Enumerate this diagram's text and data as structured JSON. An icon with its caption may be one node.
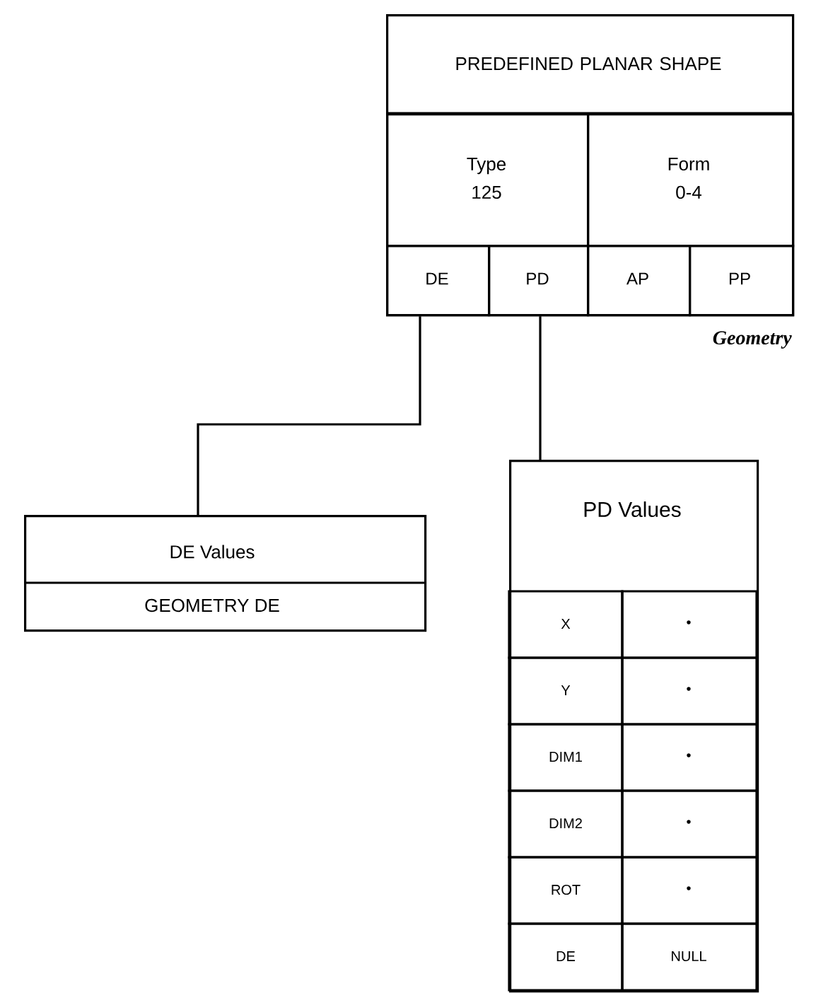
{
  "diagram": {
    "nodes": [
      {
        "text": [
          "PREDEFINED PLANAR SHAPE"
        ],
        "beside": [
          "Geometry"
        ]
      },
      {
        "text": [
          "Type 125"
        ],
        "in": 0
      },
      {
        "text": [
          "Form 0-4"
        ],
        "in": 0
      },
      {
        "text": [
          "DE"
        ],
        "in": 0
      },
      {
        "text": [
          "PD"
        ],
        "in": 0
      },
      {
        "text": [
          "AP"
        ],
        "in": 0
      },
      {
        "text": [
          "PP"
        ],
        "in": 0
      },
      {
        "text": [
          "DE Values",
          "GEOMETRY DE"
        ]
      },
      {
        "text": [
          "PD Values"
        ]
      }
    ],
    "edges": [
      {
        "from": 3,
        "to": 7,
        "arrow": "none"
      },
      {
        "from": 4,
        "to": 8,
        "arrow": "none"
      }
    ],
    "labels": [
      "X",
      "•",
      "Y",
      "•",
      "DIM1",
      "•",
      "DIM2",
      "•",
      "ROT",
      "•",
      "DE",
      "NULL"
    ]
  }
}
